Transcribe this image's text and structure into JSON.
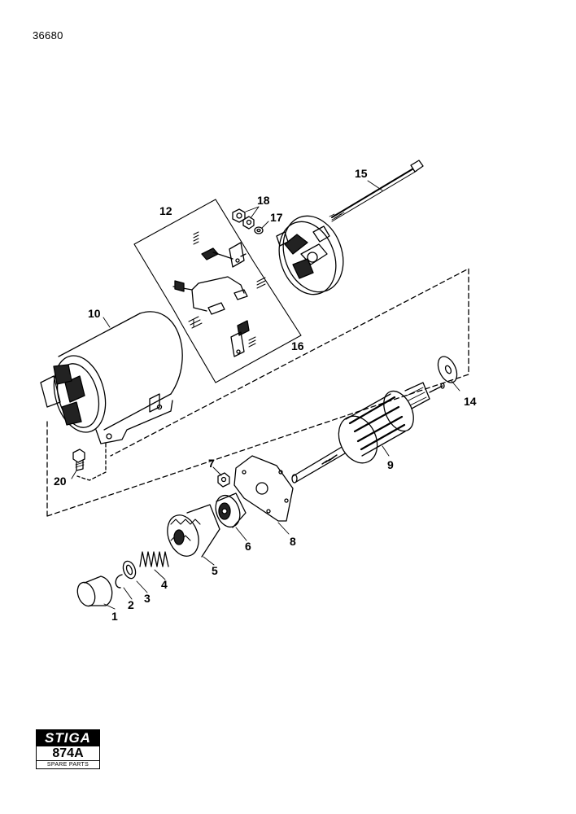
{
  "header": {
    "doc_id": "36680"
  },
  "callouts": [
    {
      "id": "1",
      "text": "1"
    },
    {
      "id": "2",
      "text": "2"
    },
    {
      "id": "3",
      "text": "3"
    },
    {
      "id": "4",
      "text": "4"
    },
    {
      "id": "5",
      "text": "5"
    },
    {
      "id": "6",
      "text": "6"
    },
    {
      "id": "7",
      "text": "7"
    },
    {
      "id": "8",
      "text": "8"
    },
    {
      "id": "9",
      "text": "9"
    },
    {
      "id": "10",
      "text": "10"
    },
    {
      "id": "12",
      "text": "12"
    },
    {
      "id": "14",
      "text": "14"
    },
    {
      "id": "15",
      "text": "15"
    },
    {
      "id": "16",
      "text": "16"
    },
    {
      "id": "17",
      "text": "17"
    },
    {
      "id": "18",
      "text": "18"
    },
    {
      "id": "20",
      "text": "20"
    }
  ],
  "logo": {
    "brand": "STIGA",
    "code": "874A",
    "subtitle": "SPARE PARTS"
  }
}
